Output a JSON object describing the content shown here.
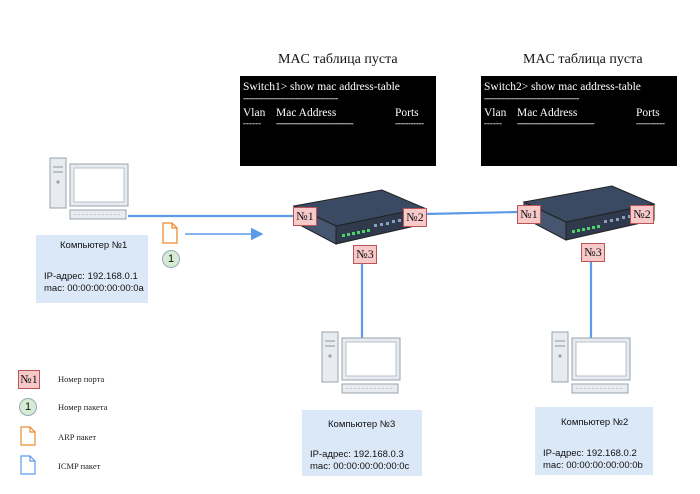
{
  "switch1_table": {
    "title": "MAC таблица пуста",
    "command": "Switch1> show mac address-table",
    "divider": "--------------------------------------",
    "col_vlan": "Vlan",
    "col_mac": "Mac Address",
    "col_ports": "Ports",
    "dash_vlan": "------",
    "dash_mac": "-----------------------------------",
    "dash_ports": "-----------"
  },
  "switch2_table": {
    "title": "MAC таблица пуста",
    "command": "Switch2> show mac address-table",
    "divider": "--------------------------------------",
    "col_vlan": "Vlan",
    "col_mac": "Mac Address",
    "col_ports": "Ports",
    "dash_vlan": "------",
    "dash_mac": "-----------------------------------",
    "dash_ports": "-----------"
  },
  "switch1_ports": {
    "p1": "№1",
    "p2": "№2",
    "p3": "№3"
  },
  "switch2_ports": {
    "p1": "№1",
    "p2": "№2",
    "p3": "№3"
  },
  "pc1": {
    "name": "Компьютер №1",
    "ip": "IP-адрес: 192.168.0.1",
    "mac": "mac: 00:00:00:00:00:0a"
  },
  "pc2": {
    "name": "Компьютер №2",
    "ip": "IP-адрес: 192.168.0.2",
    "mac": "mac: 00:00:00:00:00:0b"
  },
  "pc3": {
    "name": "Компьютер №3",
    "ip": "IP-адрес: 192.168.0.3",
    "mac": "mac: 00:00:00:00:00:0c"
  },
  "packet": {
    "number": "1",
    "type_icon": "arp-file-icon"
  },
  "legend": {
    "port_sample": "№1",
    "port_label": "Номер порта",
    "packet_sample": "1",
    "packet_label": "Номер пакета",
    "arp_label": "ARP пакет",
    "icmp_label": "ICMP пакет"
  },
  "colors": {
    "link": "#5b9be8",
    "arp": "#ee8a2e",
    "icmp": "#5b9be8",
    "port_fill": "#f7c9c9",
    "pc_box": "#dbe8f7",
    "packet_circle": "#d5ebd3"
  }
}
